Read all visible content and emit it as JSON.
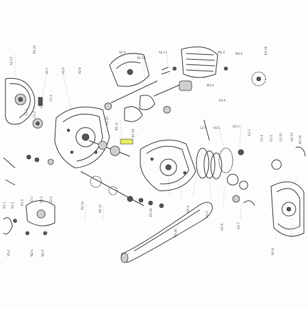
{
  "colors": {
    "ink": "#333333",
    "paper": "#fdfdfb",
    "highlight": "#e8f060"
  },
  "part_labels": [
    {
      "id": "lbl-top-1",
      "text": "P2-22"
    },
    {
      "id": "lbl-top-2",
      "text": "A2-17"
    },
    {
      "id": "lbl-top-3",
      "text": "A2-7"
    },
    {
      "id": "lbl-top-4",
      "text": "A2-6"
    },
    {
      "id": "lbl-top-5",
      "text": "A2-8"
    },
    {
      "id": "lbl-top-6",
      "text": "A2-9"
    },
    {
      "id": "lbl-top-7",
      "text": "A2-10"
    },
    {
      "id": "lbl-top-8",
      "text": "A2-11"
    },
    {
      "id": "lbl-top-9",
      "text": "M3-3"
    },
    {
      "id": "lbl-top-10",
      "text": "M3-5"
    },
    {
      "id": "lbl-top-11",
      "text": "M3-4"
    },
    {
      "id": "lbl-top-12",
      "text": "K3-9"
    },
    {
      "id": "lbl-top-13",
      "text": "K3-10"
    },
    {
      "id": "lbl-mid-1",
      "text": "C2-1"
    },
    {
      "id": "lbl-mid-2",
      "text": "C2-2"
    },
    {
      "id": "lbl-mid-3",
      "text": "C2-3"
    },
    {
      "id": "lbl-mid-4",
      "text": "C2-4"
    },
    {
      "id": "lbl-mid-5",
      "text": "P2-25"
    },
    {
      "id": "lbl-mid-6",
      "text": "P2-11"
    },
    {
      "id": "lbl-mid-7",
      "text": "P2-26"
    },
    {
      "id": "lbl-mid-8",
      "text": "C2-5"
    },
    {
      "id": "lbl-mid-9",
      "text": "H2-1"
    },
    {
      "id": "lbl-mid-10",
      "text": "H2-2"
    },
    {
      "id": "lbl-mid-11",
      "text": "F2-1"
    },
    {
      "id": "lbl-mid-12",
      "text": "F2-4"
    },
    {
      "id": "lbl-mid-13",
      "text": "F2-5"
    },
    {
      "id": "lbl-mid-14",
      "text": "F2-15"
    },
    {
      "id": "lbl-mid-15",
      "text": "H2-13"
    },
    {
      "id": "lbl-mid-16",
      "text": "H2-16"
    },
    {
      "id": "lbl-low-1",
      "text": "P2-1"
    },
    {
      "id": "lbl-low-2",
      "text": "P2-2"
    },
    {
      "id": "lbl-low-3",
      "text": "P2-3"
    },
    {
      "id": "lbl-low-4",
      "text": "V2-1"
    },
    {
      "id": "lbl-low-5",
      "text": "V2-2"
    },
    {
      "id": "lbl-low-6",
      "text": "V2-3"
    },
    {
      "id": "lbl-low-7",
      "text": "V2-4"
    },
    {
      "id": "lbl-low-8",
      "text": "N2-4"
    },
    {
      "id": "lbl-low-9",
      "text": "N2-5"
    },
    {
      "id": "lbl-low-10",
      "text": "P2-14"
    },
    {
      "id": "lbl-low-11",
      "text": "P2-17"
    },
    {
      "id": "lbl-low-12",
      "text": "P2-19"
    },
    {
      "id": "lbl-low-13",
      "text": "P2-20"
    },
    {
      "id": "lbl-low-14",
      "text": "H2-4"
    },
    {
      "id": "lbl-low-15",
      "text": "H2-5"
    },
    {
      "id": "lbl-low-16",
      "text": "H2-6"
    },
    {
      "id": "lbl-low-17",
      "text": "H2-7"
    },
    {
      "id": "lbl-low-18",
      "text": "H2-8"
    }
  ]
}
